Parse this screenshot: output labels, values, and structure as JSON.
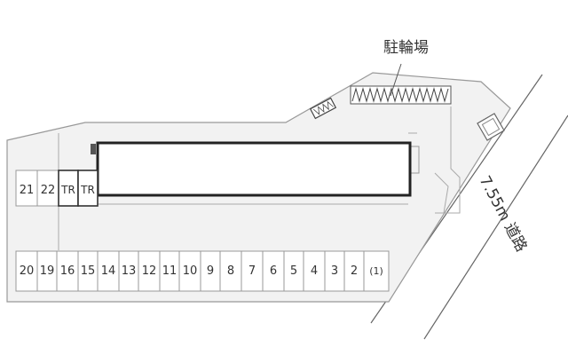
{
  "bicycle_parking_label": "駐輪場",
  "road_label": "7.55m 道路",
  "top_row_spaces": [
    "21",
    "22",
    "TR",
    "TR"
  ],
  "bottom_row_spaces": [
    "20",
    "19",
    "16",
    "15",
    "14",
    "13",
    "12",
    "11",
    "10",
    "9",
    "8",
    "7",
    "6",
    "5",
    "4",
    "3",
    "2",
    "(1)"
  ]
}
